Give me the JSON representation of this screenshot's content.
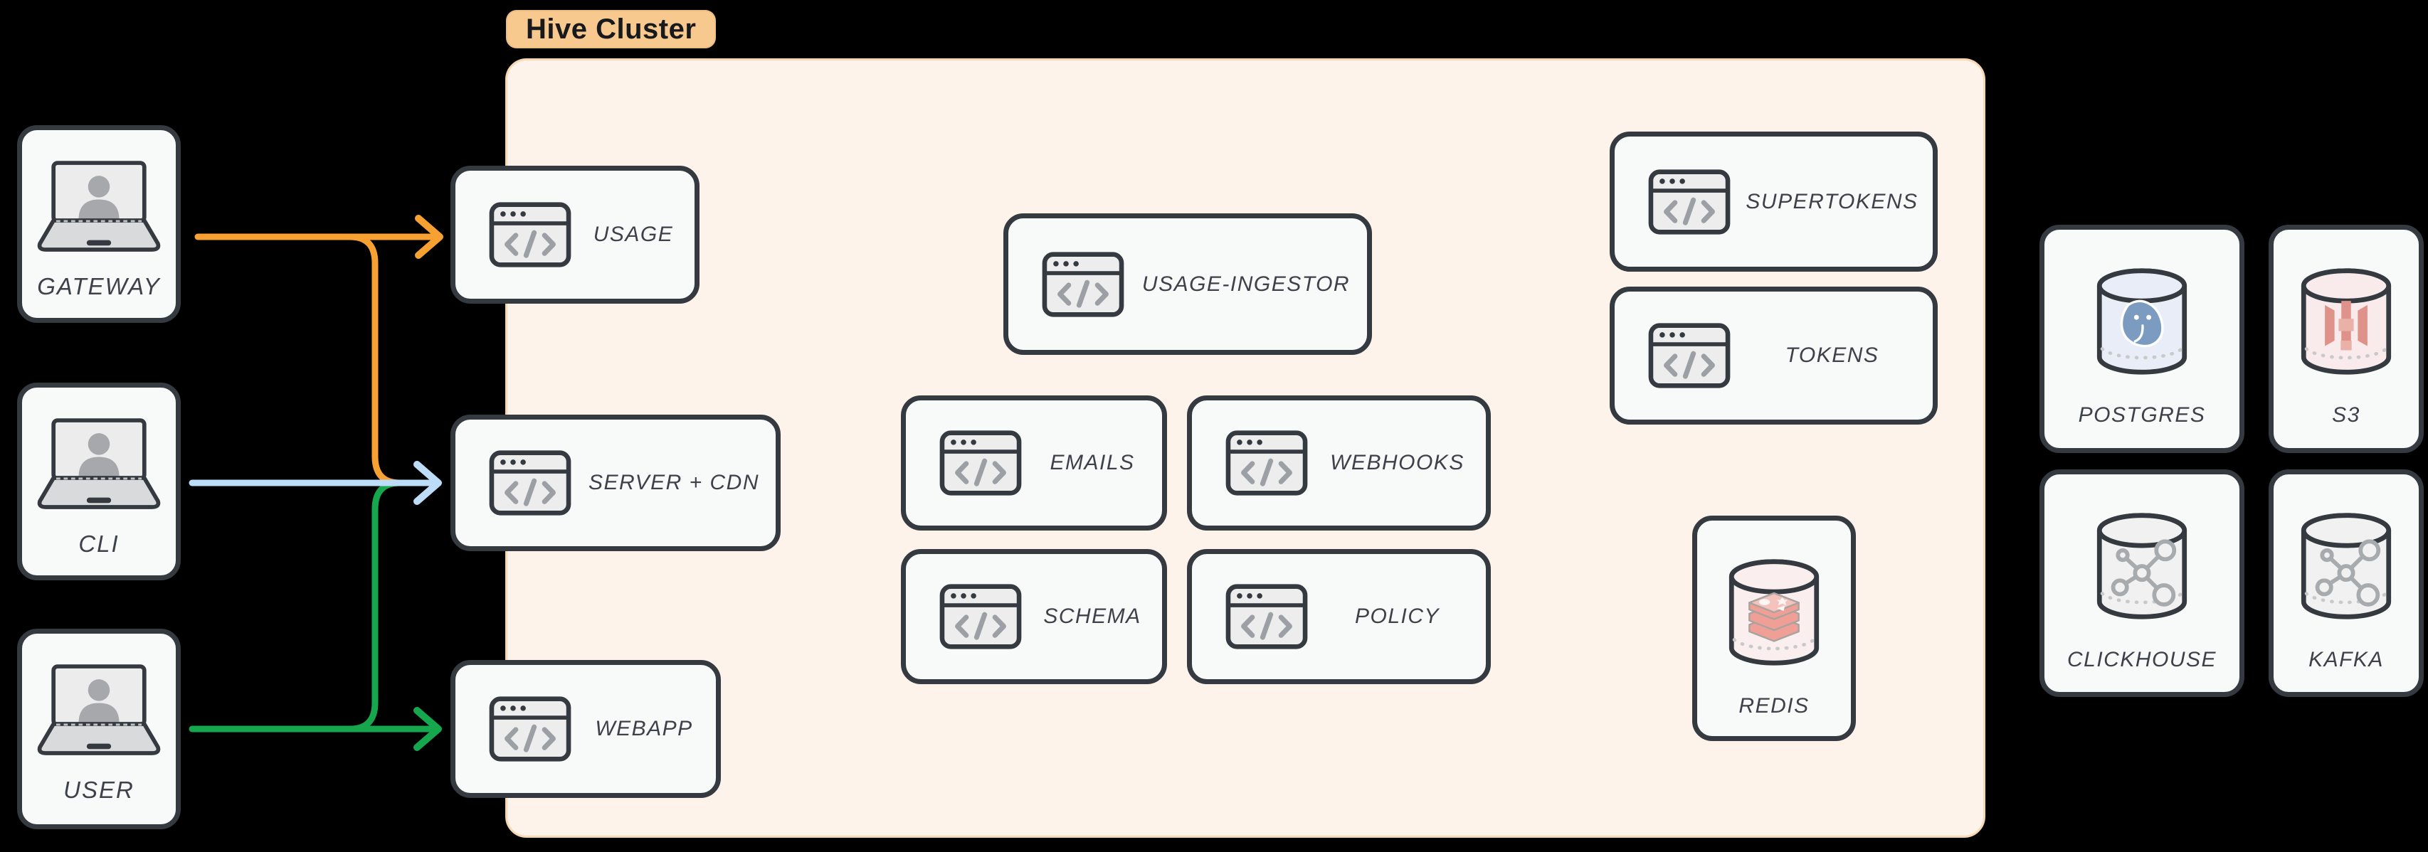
{
  "colors": {
    "background": "#000000",
    "node-border": "#343a40",
    "node-fill": "#f8f9f9",
    "label-text": "#3d424a",
    "cluster-fill": "#fdf3ea",
    "cluster-border": "#f8d8b4",
    "badge-fill": "#f7c98f",
    "badge-text": "#17191c",
    "icon-gray": "#9ca0a5",
    "icon-fill": "#ededee",
    "arrow-orange": "#f7a133",
    "arrow-blue": "#bcdcf8",
    "arrow-green": "#16a64e",
    "postgres-fill": "#e9edf7",
    "postgres-logo": "#7b9cc0",
    "s3-fill": "#f9ebeb",
    "s3-logo": "#df9289",
    "redis-fill": "#faeeee",
    "redis-logo": "#ef9f96",
    "redis-logo-light": "#f6c3bc",
    "store-fill": "#f1f1f1",
    "dash-gray": "#c9c9c9"
  },
  "cluster": {
    "label": "Hive Cluster"
  },
  "actors": {
    "gateway": {
      "label": "GATEWAY",
      "icon": "laptop-user-icon"
    },
    "cli": {
      "label": "CLI",
      "icon": "laptop-user-icon"
    },
    "user": {
      "label": "USER",
      "icon": "laptop-user-icon"
    }
  },
  "services": {
    "usage": {
      "label": "USAGE",
      "icon": "code-window-icon"
    },
    "server_cdn": {
      "label": "SERVER + CDN",
      "icon": "code-window-icon"
    },
    "webapp": {
      "label": "WEBAPP",
      "icon": "code-window-icon"
    },
    "usage_ingestor": {
      "label": "USAGE-INGESTOR",
      "icon": "code-window-icon"
    },
    "emails": {
      "label": "EMAILS",
      "icon": "code-window-icon"
    },
    "webhooks": {
      "label": "WEBHOOKS",
      "icon": "code-window-icon"
    },
    "schema": {
      "label": "SCHEMA",
      "icon": "code-window-icon"
    },
    "policy": {
      "label": "POLICY",
      "icon": "code-window-icon"
    },
    "supertokens": {
      "label": "SUPERTOKENS",
      "icon": "code-window-icon"
    },
    "tokens": {
      "label": "TOKENS",
      "icon": "code-window-icon"
    },
    "redis": {
      "label": "REDIS",
      "icon": "redis-database-icon"
    }
  },
  "datastores": {
    "postgres": {
      "label": "POSTGRES",
      "icon": "postgres-database-icon"
    },
    "s3": {
      "label": "S3",
      "icon": "s3-database-icon"
    },
    "clickhouse": {
      "label": "CLICKHOUSE",
      "icon": "network-database-icon"
    },
    "kafka": {
      "label": "KAFKA",
      "icon": "network-database-icon"
    }
  },
  "edges": [
    {
      "from": "GATEWAY",
      "to": "USAGE",
      "color": "#f7a133"
    },
    {
      "from": "GATEWAY",
      "to": "SERVER + CDN",
      "color": "#f7a133"
    },
    {
      "from": "CLI",
      "to": "SERVER + CDN",
      "color": "#bcdcf8"
    },
    {
      "from": "USER",
      "to": "SERVER + CDN",
      "color": "#16a64e"
    },
    {
      "from": "USER",
      "to": "WEBAPP",
      "color": "#16a64e"
    }
  ]
}
